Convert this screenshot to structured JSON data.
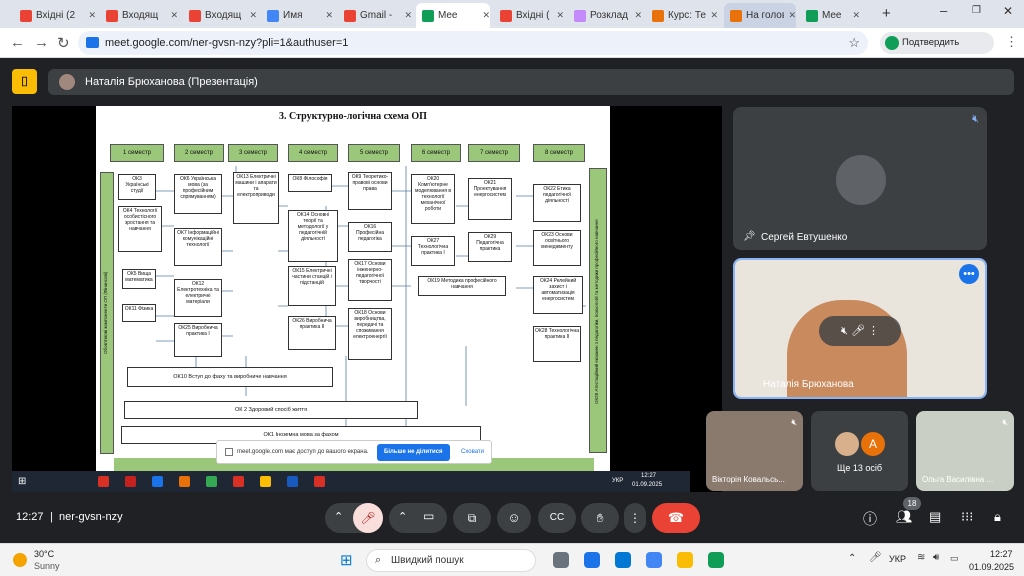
{
  "tabs": [
    {
      "label": "Вхідні (2",
      "fav": "gmail-icon"
    },
    {
      "label": "Входящ",
      "fav": "gmail-icon"
    },
    {
      "label": "Входящ",
      "fav": "gmail-icon"
    },
    {
      "label": "Имя",
      "fav": "google-icon"
    },
    {
      "label": "Gmail - ",
      "fav": "gmail-icon"
    },
    {
      "label": "Mee",
      "fav": "meet-icon"
    },
    {
      "label": "Вхідні (",
      "fav": "gmail-icon"
    },
    {
      "label": "Розклад",
      "fav": "schedule-icon"
    },
    {
      "label": "Курс: Те",
      "fav": "course-icon"
    },
    {
      "label": "На голов",
      "fav": "course-icon"
    },
    {
      "label": "Mee",
      "fav": "meet-icon"
    }
  ],
  "url": "meet.google.com/ner-gvsn-nzy?pli=1&authuser=1",
  "verify_label": "Подтвердить личность",
  "presenter_label": "Наталія Брюханова (Презентація)",
  "slide": {
    "title": "3. Структурно-логічна схема ОП",
    "semesters": [
      "1 семестр",
      "2 семестр",
      "3 семестр",
      "4 семестр",
      "5 семестр",
      "6 семестр",
      "7 семестр",
      "8 семестр"
    ],
    "left_vertical": "Обов'язкові компоненти ОП (Фінансові)",
    "right_vertical": "ОК28 Атестаційний екзамен з педагогіки, психології та методики професійного навчання",
    "nodes": [
      "ОК3 Українські студії",
      "ОК4 Технології особистісного зростання та навчання",
      "ОК5 Вища математика",
      "ОК11 Фізика",
      "ОК6 Українська мова (за професійним спрямуванням)",
      "ОК7 Інформаційні комунікаційні технології",
      "ОК12 Електротехніка та електричні матеріали",
      "ОК25 Виробнича практика І",
      "ОК13 Електричні машини і апарати та електроприводи",
      "ОК8 Філософія",
      "ОК14 Основні теорії та методології у педагогічній діяльності",
      "ОК15 Електричні частини станцій і підстанцій",
      "ОК26 Виробнича практика ІІ",
      "ОК9 Теоретико-правові основи права",
      "ОК16 Професійна педагогіка",
      "ОК17 Основи інженерно-педагогічної творчості",
      "ОК18 Основи виробництва, передачі та споживання електроенергії",
      "ОК20 Комп'ютерне моделювання в технології механічної роботи",
      "ОК27 Технологічна практика І",
      "ОК19 Методика професійного навчання",
      "ОК21 Проектування енергосистем",
      "ОК29 Педагогічна практика",
      "ОК22 Етика педагогічної діяльності",
      "ОК23 Основи освітнього менеджменту",
      "ОК24 Релейний захист і автоматизація енергосистем",
      "ОК28 Технологічна практика ІІ"
    ],
    "wide_nodes": [
      "ОК10 Вступ до фаху та виробниче навчання",
      "ОК 2 Здоровий спосіб життя",
      "ОК1 Іноземна мова за фахом"
    ]
  },
  "share_bar": {
    "text": "meet.google.com має доступ до вашого екрана.",
    "stop_label": "Більше не ділитися",
    "hide_label": "Сховати"
  },
  "inner_taskbar": {
    "time": "12:27",
    "date": "01.09.2025",
    "lang": "УКР"
  },
  "participants": {
    "top": "Сергей Евтушенко",
    "mid": "Наталія Брюханова",
    "small1": "Вікторія Ковальсь...",
    "more": "Ще 13 осіб",
    "more_avatar": "A",
    "small3": "Ольга Василівна ..."
  },
  "meeting": {
    "time": "12:27",
    "code": "ner-gvsn-nzy",
    "badge": "18"
  },
  "win_taskbar": {
    "temp": "30°C",
    "weather": "Sunny",
    "search_placeholder": "Швидкий пошук",
    "lang": "УКР",
    "time": "12:27",
    "date": "01.09.2025"
  },
  "colors": {
    "meet_bg": "#202124",
    "tile_bg": "#3c4043",
    "end_call": "#ea4335",
    "mic_off": "#f9dedc",
    "accent": "#1a73e8"
  }
}
